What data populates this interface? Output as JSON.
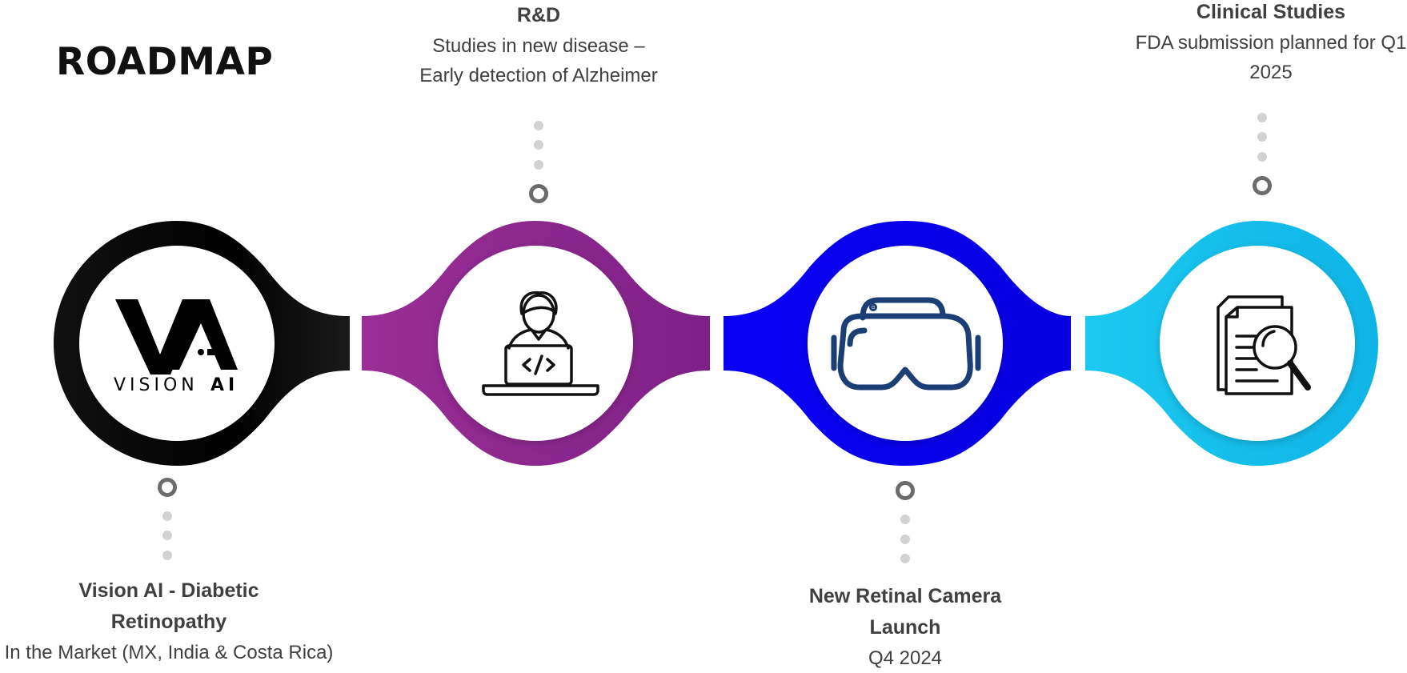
{
  "page": {
    "title": "ROADMAP"
  },
  "logo": {
    "monogram": "VA",
    "wordmark_light": "VISION",
    "wordmark_bold": "AI"
  },
  "milestones": [
    {
      "title": "Vision AI - Diabetic Retinopathy",
      "description": "In the Market (MX, India & Costa Rica)",
      "color": "#000000",
      "icon": "vision-ai-logo-icon",
      "caption_side": "below"
    },
    {
      "title": "R&D",
      "description": "Studies in new disease – Early detection of Alzheimer",
      "color": "#8E278F",
      "icon": "developer-at-laptop-icon",
      "caption_side": "above"
    },
    {
      "title": "New Retinal Camera Launch",
      "description": "Q4 2024",
      "color": "#0A00F0",
      "icon": "vr-headset-icon",
      "caption_side": "below"
    },
    {
      "title": "Clinical Studies",
      "description": "FDA submission planned for Q1 2025",
      "color": "#14C0EC",
      "icon": "document-search-icon",
      "caption_side": "above"
    }
  ],
  "colors": {
    "connector_ring": "#6B6B6B",
    "connector_dot": "#D2D2D2",
    "icon_stroke": "#111111",
    "headset_stroke": "#1B3F74"
  }
}
